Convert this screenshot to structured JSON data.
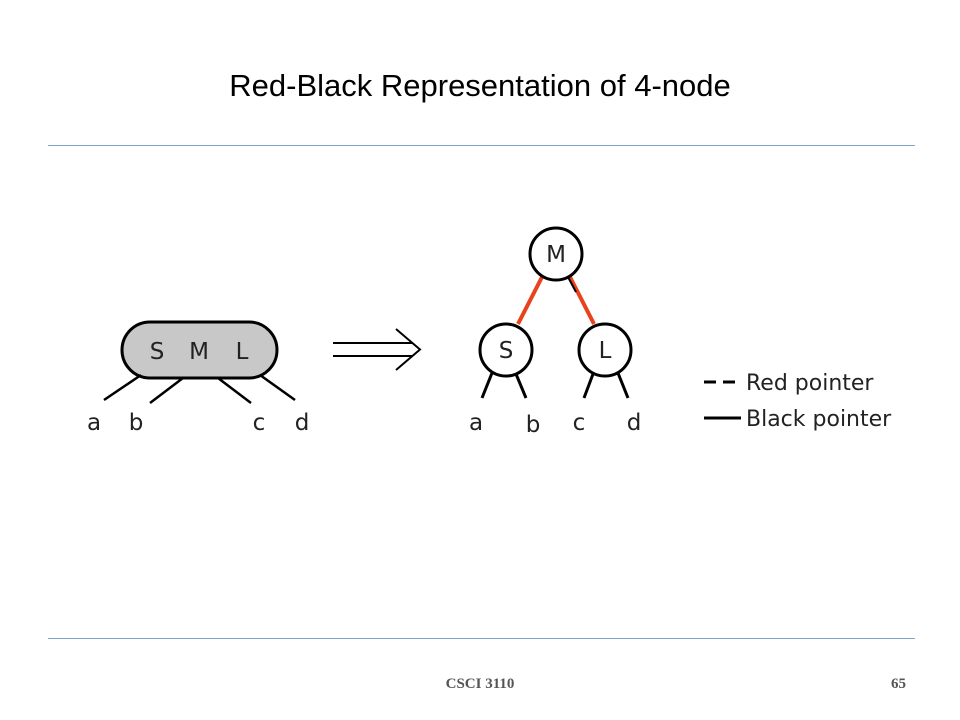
{
  "slide": {
    "title": "Red-Black Representation of 4-node",
    "footer_course": "CSCI 3110",
    "page_number": "65"
  },
  "diagram": {
    "four_node_keys": [
      "S",
      "M",
      "L"
    ],
    "four_node_children": [
      "a",
      "b",
      "c",
      "d"
    ],
    "rb_root": "M",
    "rb_left": "S",
    "rb_right": "L",
    "rb_leaves": [
      "a",
      "b",
      "c",
      "d"
    ],
    "colors": {
      "red_edge": "#e8431c",
      "node_fill": "#c8c8c8",
      "stroke": "#000000"
    }
  },
  "legend": {
    "red_label": "Red pointer",
    "black_label": "Black pointer"
  }
}
